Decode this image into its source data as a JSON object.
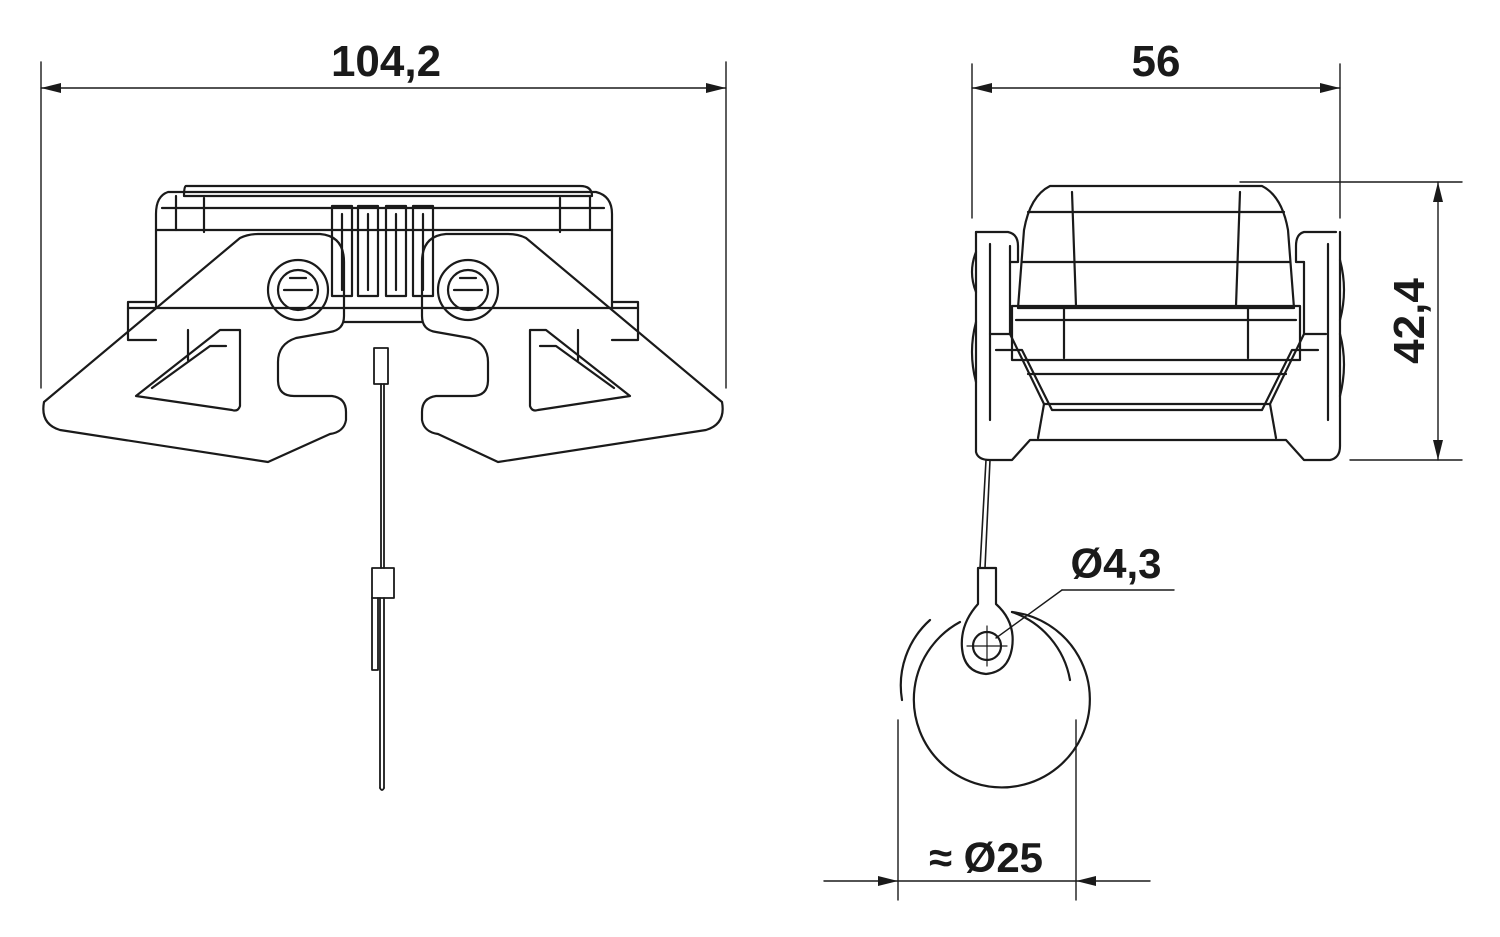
{
  "dimensions": {
    "front_width": "104,2",
    "side_width": "56",
    "side_height": "42,4",
    "hole_diameter": "Ø4,3",
    "cap_diameter": "≈ Ø25"
  },
  "colors": {
    "ink": "#1a1a1a",
    "background": "#ffffff"
  }
}
